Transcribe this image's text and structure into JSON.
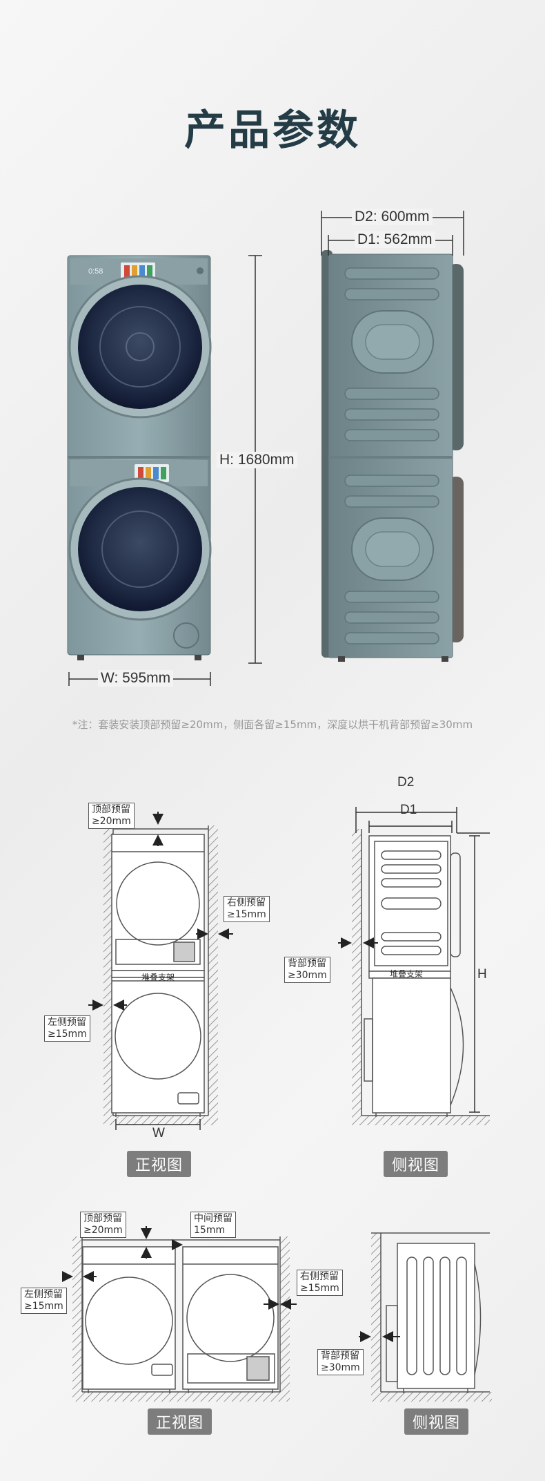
{
  "title": "产品参数",
  "dims": {
    "d2": "D2: 600mm",
    "d1": "D1: 562mm",
    "h": "H: 1680mm",
    "w": "W: 595mm"
  },
  "note": "*注：套装安装顶部预留≥20mm，侧面各留≥15mm，深度以烘干机背部预留≥30mm",
  "panel_display": "0:58",
  "diagram1": {
    "top": "顶部预留\n≥20mm",
    "right": "右侧预留\n≥15mm",
    "left": "左侧预留\n≥15mm",
    "bracket": "堆叠支架",
    "w": "W",
    "caption": "正视图"
  },
  "diagram2": {
    "d2": "D2",
    "d1": "D1",
    "h": "H",
    "back": "背部预留\n≥30mm",
    "bracket": "堆叠支架",
    "caption": "侧视图"
  },
  "diagram3": {
    "top": "顶部预留\n≥20mm",
    "middle": "中间预留\n15mm",
    "right": "右侧预留\n≥15mm",
    "left": "左侧预留\n≥15mm",
    "caption": "正视图"
  },
  "diagram4": {
    "back": "背部预留\n≥30mm",
    "caption": "侧视图"
  }
}
